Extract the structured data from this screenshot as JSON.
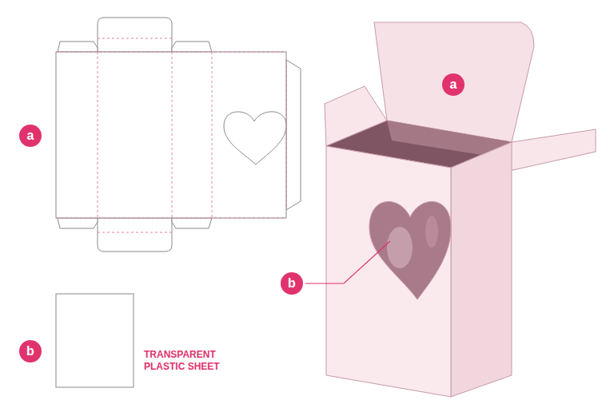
{
  "diagram": {
    "nodes": [
      {
        "text": [
          "a"
        ]
      },
      {
        "text": [
          "a"
        ]
      },
      {
        "text": [
          "b"
        ]
      },
      {
        "text": [
          "b"
        ]
      }
    ],
    "labels": [
      "TRANSPARENT PLASTIC SHEET"
    ]
  }
}
